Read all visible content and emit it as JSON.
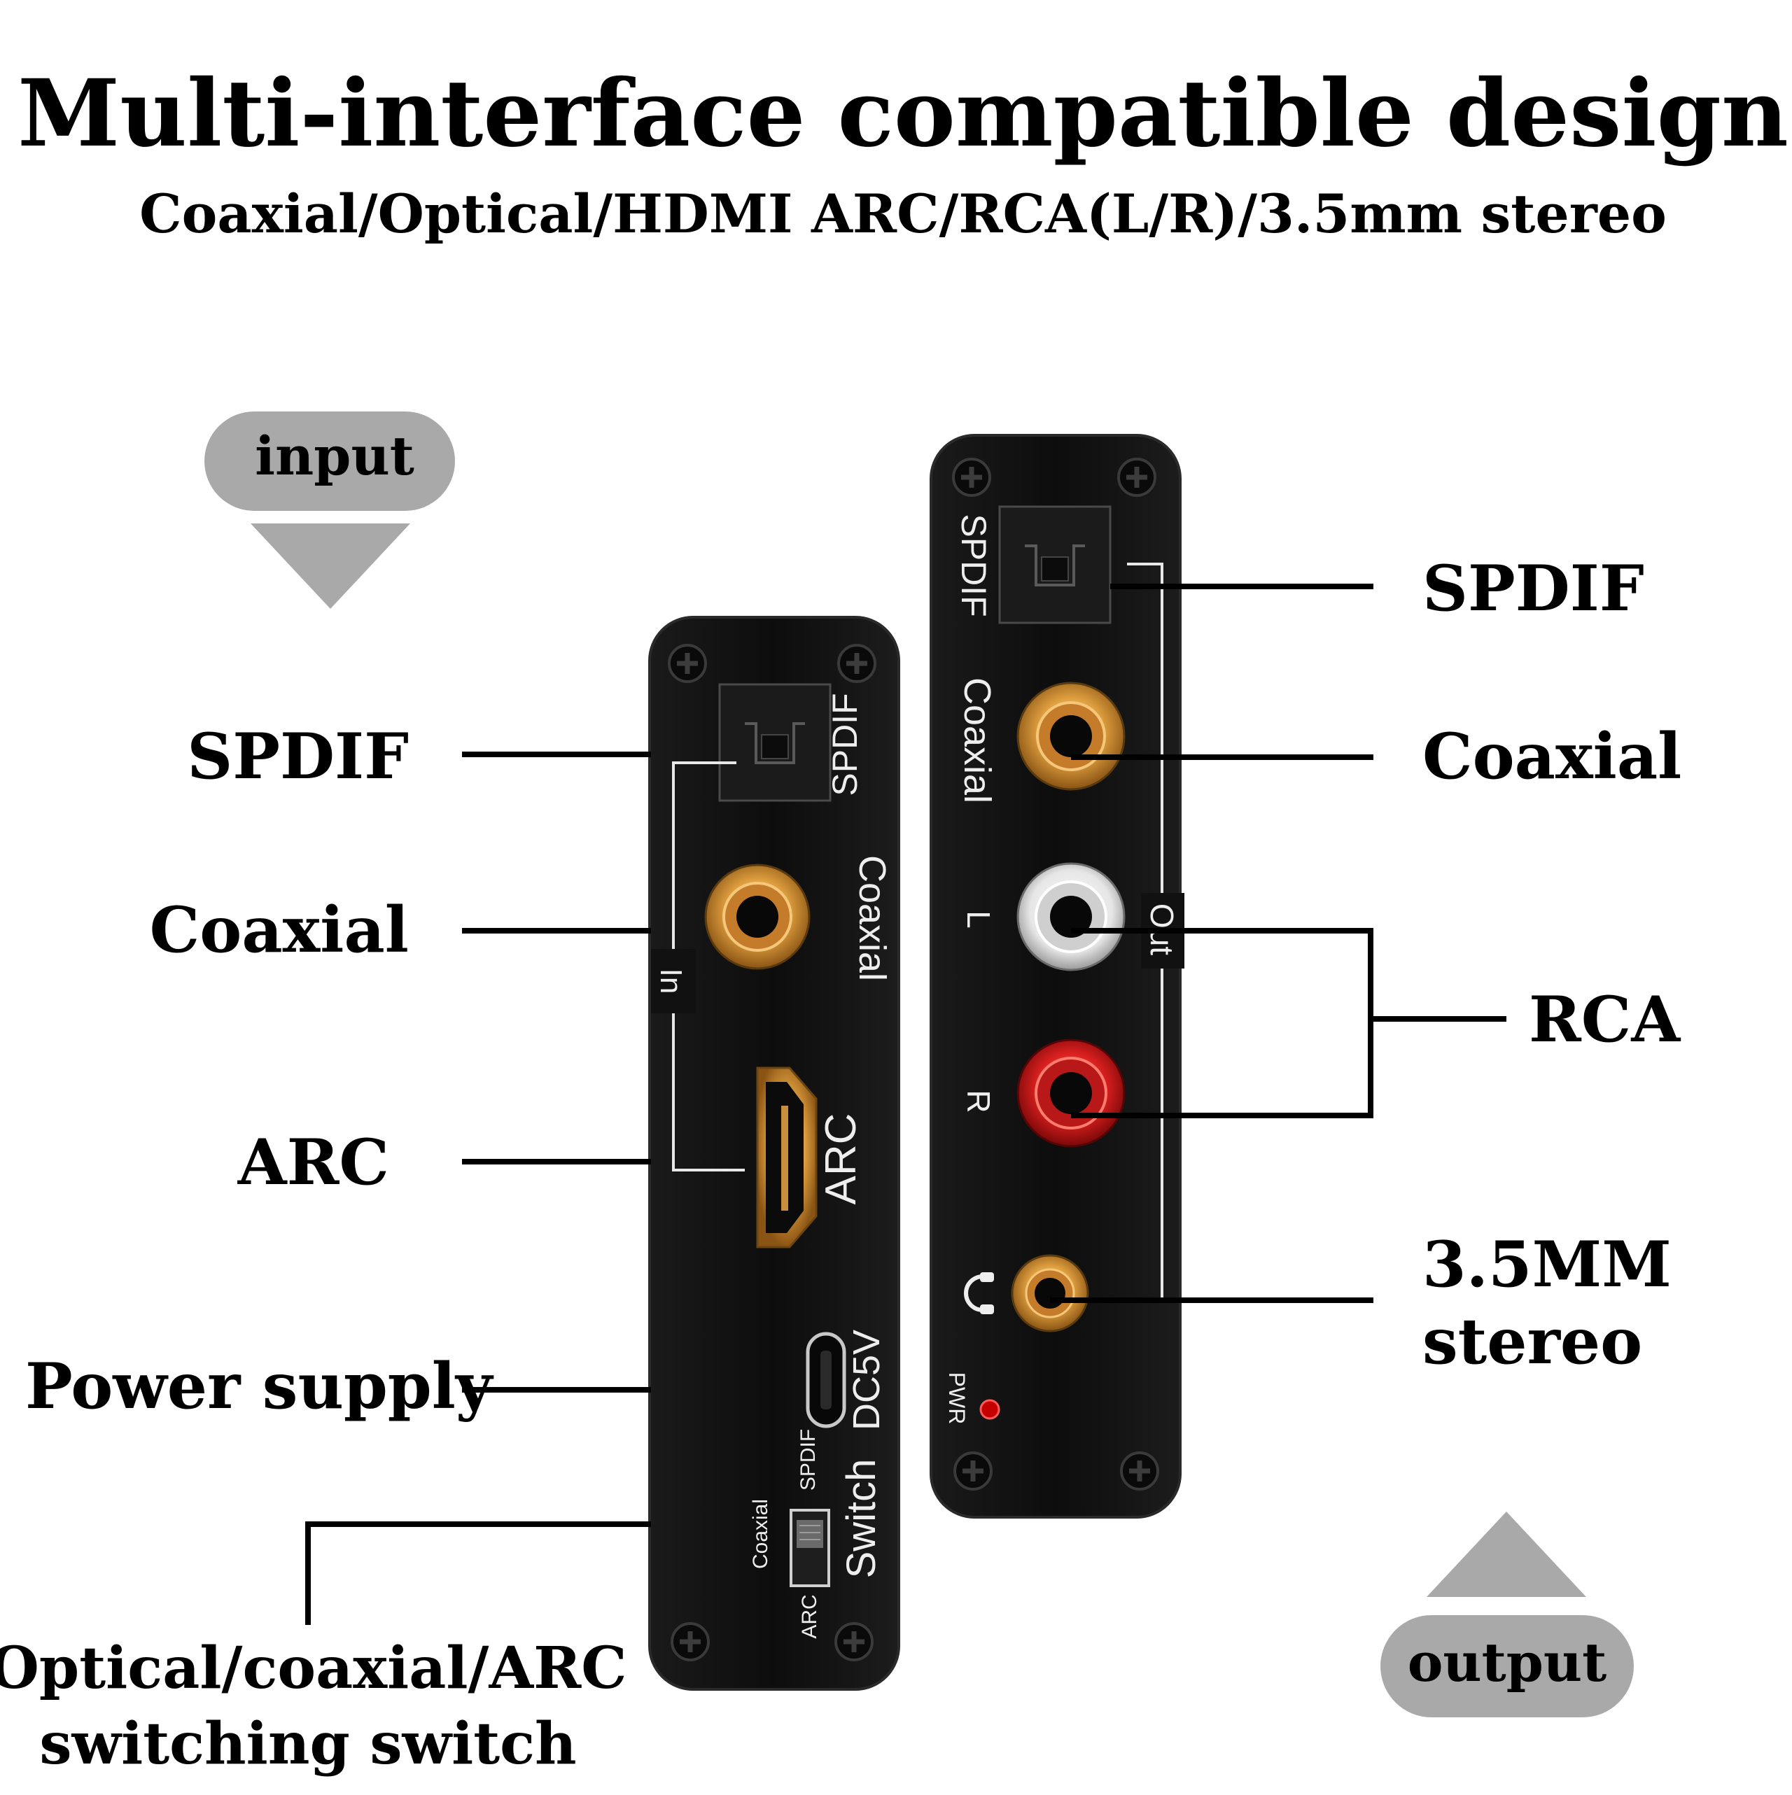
{
  "header": {
    "title": "Multi-interface compatible design",
    "subtitle": "Coaxial/Optical/HDMI ARC/RCA(L/R)/3.5mm stereo"
  },
  "badges": {
    "input": "input",
    "output": "output"
  },
  "input_callouts": {
    "spdif": "SPDIF",
    "coaxial": "Coaxial",
    "arc": "ARC",
    "power": "Power supply",
    "switch_line1": "Optical/coaxial/ARC",
    "switch_line2": "switching switch"
  },
  "output_callouts": {
    "spdif": "SPDIF",
    "coaxial": "Coaxial",
    "rca": "RCA",
    "stereo_line1": "3.5MM",
    "stereo_line2": "stereo"
  },
  "input_device": {
    "spdif": "SPDIF",
    "coaxial": "Coaxial",
    "in": "In",
    "arc": "ARC",
    "dc5v": "DC5V",
    "switch": "Switch",
    "sw_spdif": "SPDIF",
    "sw_coaxial": "Coaxial",
    "sw_arc": "ARC"
  },
  "output_device": {
    "spdif": "SPDIF",
    "coaxial": "Coaxial",
    "out": "Out",
    "l": "L",
    "r": "R",
    "pwr": "PWR"
  },
  "colors": {
    "device_body": "#111111",
    "badge_gray": "#a9a9a9",
    "gold": "#c8862a",
    "rca_white": "#f2f2f2",
    "rca_red": "#d42020",
    "led_red": "#c40000"
  },
  "icons": [
    "headphone-icon",
    "screw-icon",
    "down-arrow-icon",
    "up-arrow-icon"
  ]
}
